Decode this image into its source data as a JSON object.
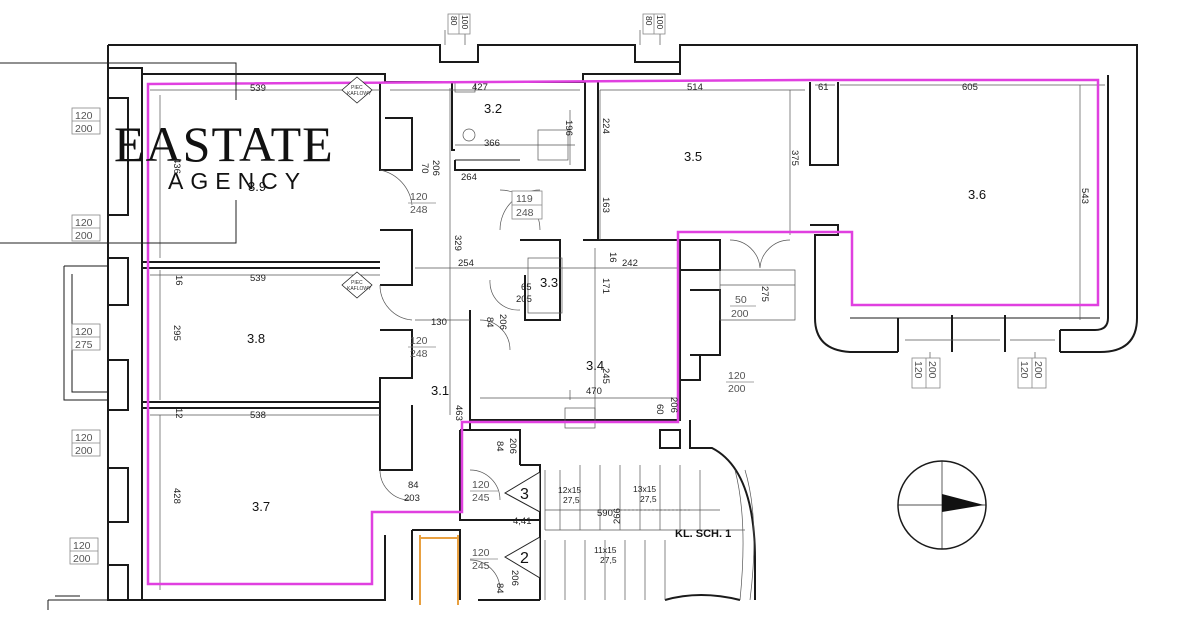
{
  "logo": {
    "title": "EASTATE",
    "subtitle": "AGENCY"
  },
  "rooms": {
    "r31": "3.1",
    "r32": "3.2",
    "r33": "3.3",
    "r34": "3.4",
    "r35": "3.5",
    "r36": "3.6",
    "r37": "3.7",
    "r38": "3.8",
    "r39": "3.9"
  },
  "dimensions": {
    "d539a": "539",
    "d427": "427",
    "d514": "514",
    "d61": "61",
    "d605": "605",
    "d366": "366",
    "d196": "196",
    "d224": "224",
    "d375": "375",
    "d543": "543",
    "d436": "436",
    "d264": "264",
    "d206a": "206",
    "d70": "70",
    "d163": "163",
    "d329": "329",
    "d254": "254",
    "d242": "242",
    "d16a": "16",
    "d16b": "16",
    "d539b": "539",
    "d65": "65",
    "d205": "205",
    "d171": "171",
    "d295": "295",
    "d130": "130",
    "d84a": "84",
    "d206b": "206",
    "d245a": "245",
    "d470": "470",
    "d463": "463",
    "d12": "12",
    "d538": "538",
    "d60": "60",
    "d206c": "206",
    "d84b": "84",
    "d206d": "206",
    "d84c": "84",
    "d203": "203",
    "d428": "428",
    "d441": "4,41",
    "d590": "590",
    "d266": "266",
    "d84d": "84",
    "d206e": "206",
    "d50": "50",
    "d275a": "275"
  },
  "openings": {
    "o120_200_a": [
      "120",
      "200"
    ],
    "o120_200_b": [
      "120",
      "200"
    ],
    "o120_275": [
      "120",
      "275"
    ],
    "o120_200_c": [
      "120",
      "200"
    ],
    "o120_200_d": [
      "120",
      "200"
    ],
    "o80_100_a": [
      "80",
      "100"
    ],
    "o80_100_b": [
      "80",
      "100"
    ],
    "o120_248_a": [
      "120",
      "248"
    ],
    "o119_248": [
      "119",
      "248"
    ],
    "o120_248_b": [
      "120",
      "248"
    ],
    "o120_245_a": [
      "120",
      "245"
    ],
    "o120_245_b": [
      "120",
      "245"
    ],
    "o120_200_e": [
      "120",
      "200"
    ],
    "o50_200": [
      "50",
      "200"
    ],
    "o120_200_f": [
      "120",
      "200"
    ],
    "o120_200_g": [
      "120",
      "200"
    ]
  },
  "stairs": {
    "s1": "12x15",
    "s1b": "27,5",
    "s2": "13x15",
    "s2b": "27,5",
    "s3": "11x15",
    "s3b": "27,5",
    "n3": "3",
    "n2": "2",
    "kl": "KL. SCH. 1"
  },
  "tags": {
    "piec1": [
      "PIEC",
      "KAFLOWY"
    ],
    "piec2": [
      "PIEC",
      "KAFLOWY"
    ]
  },
  "colors": {
    "wall": "#1a1a1a",
    "outline": "#e040e0",
    "accent": "#e8a040"
  }
}
